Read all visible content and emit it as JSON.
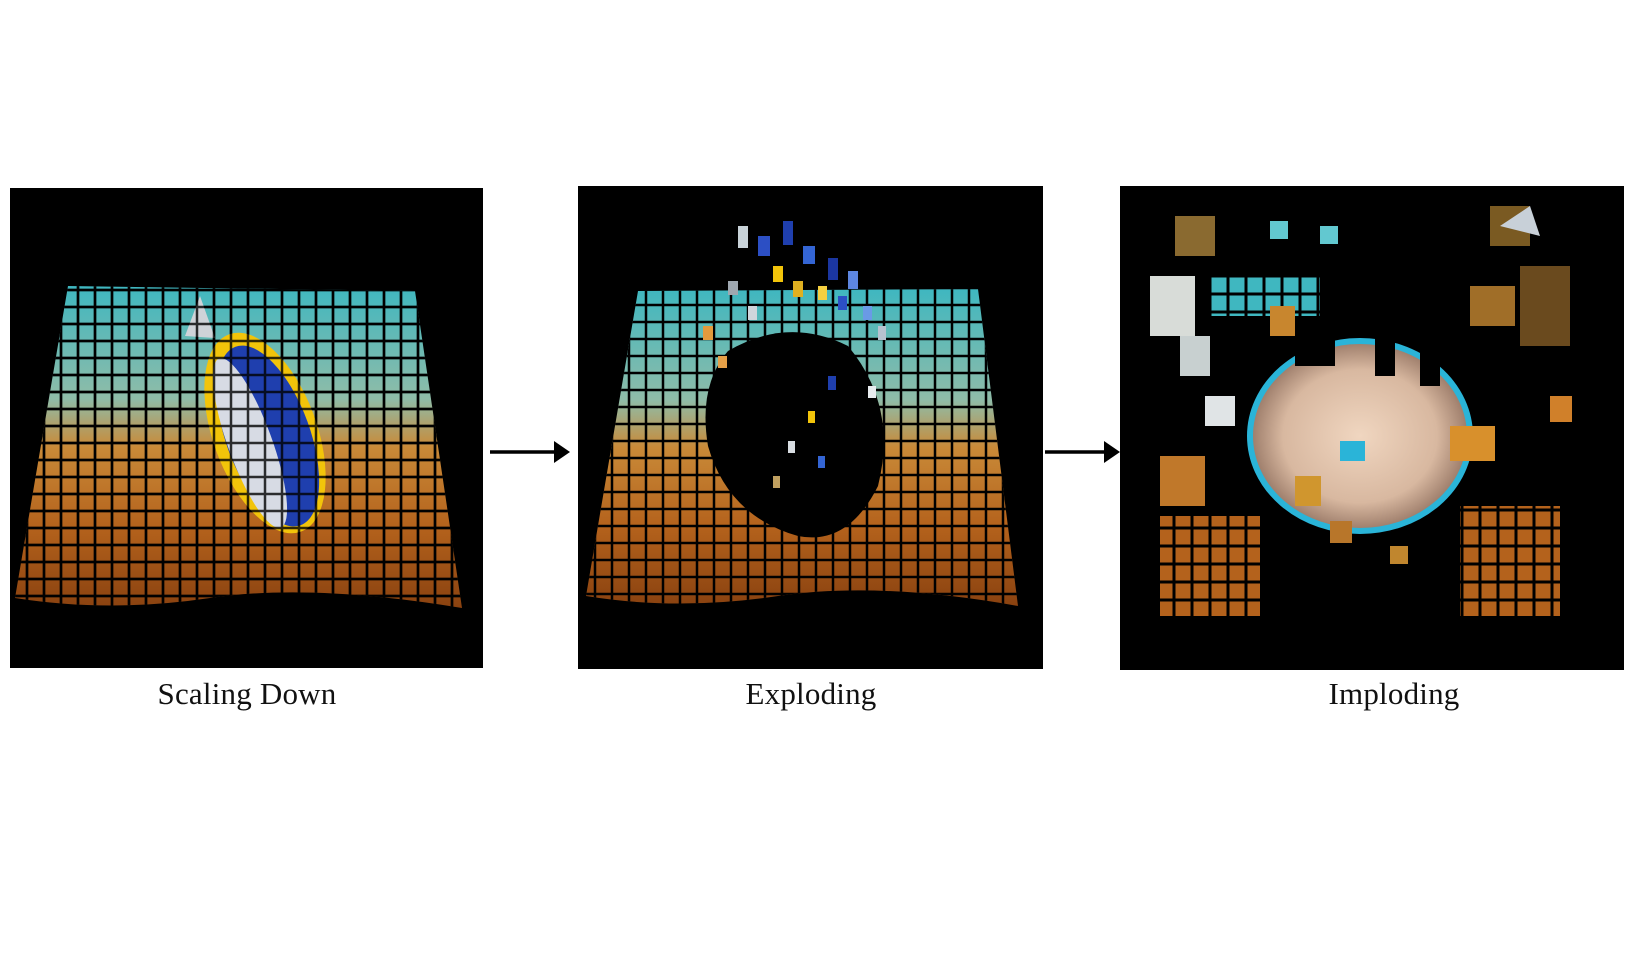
{
  "panels": [
    {
      "caption": "Scaling Down"
    },
    {
      "caption": "Exploding"
    },
    {
      "caption": "Imploding"
    }
  ],
  "icons": {
    "arrow": "right-arrow-icon"
  },
  "colors": {
    "background": "#000000",
    "water_top": "#3fb7c0",
    "water_mid": "#8fb8a4",
    "sand": "#b4621c",
    "fish_blue": "#1f3fae",
    "fish_yellow": "#f2c40a"
  }
}
